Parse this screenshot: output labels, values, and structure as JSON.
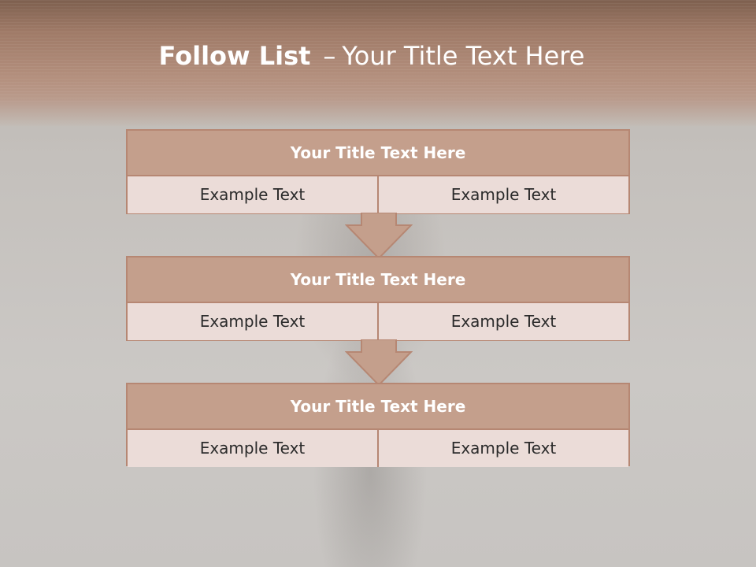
{
  "slide": {
    "title_bold": "Follow List",
    "title_dash": "–",
    "title_rest": "Your Title Text Here"
  },
  "blocks": [
    {
      "title": "Your Title Text Here",
      "cells": [
        "Example Text",
        "Example Text"
      ]
    },
    {
      "title": "Your Title Text Here",
      "cells": [
        "Example Text",
        "Example Text"
      ]
    },
    {
      "title": "Your Title Text Here",
      "cells": [
        "Example Text",
        "Example Text"
      ]
    }
  ],
  "colors": {
    "header": "#9f7a67",
    "block_title_fill": "#c49f8c",
    "block_cell_fill": "#ebdcd8",
    "block_border": "#b68773",
    "arrow_fill": "#c49f8c"
  }
}
